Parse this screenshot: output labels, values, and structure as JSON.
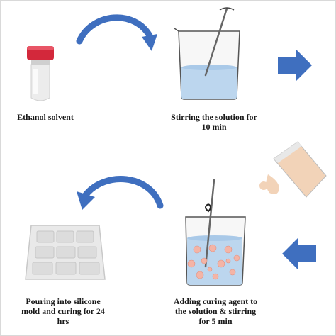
{
  "steps": {
    "ethanol": {
      "label": "Ethanol solvent"
    },
    "stirring": {
      "line1": "Stirring the solution for",
      "line2": "10 min"
    },
    "curing": {
      "line1": "Adding curing agent to",
      "line2": "the solution & stirring",
      "line3": "for 5 min"
    },
    "pouring": {
      "line1": "Pouring into silicone",
      "line2": "mold and curing for 24",
      "line3": "hrs"
    }
  },
  "colors": {
    "arrow": "#3f6fbf",
    "cap": "#d3283b",
    "liquid_blue": "#bcd6ee",
    "liquid_beige": "#f2d3b8",
    "particle": "#f4b4a6",
    "mold": "#eeeeee"
  }
}
